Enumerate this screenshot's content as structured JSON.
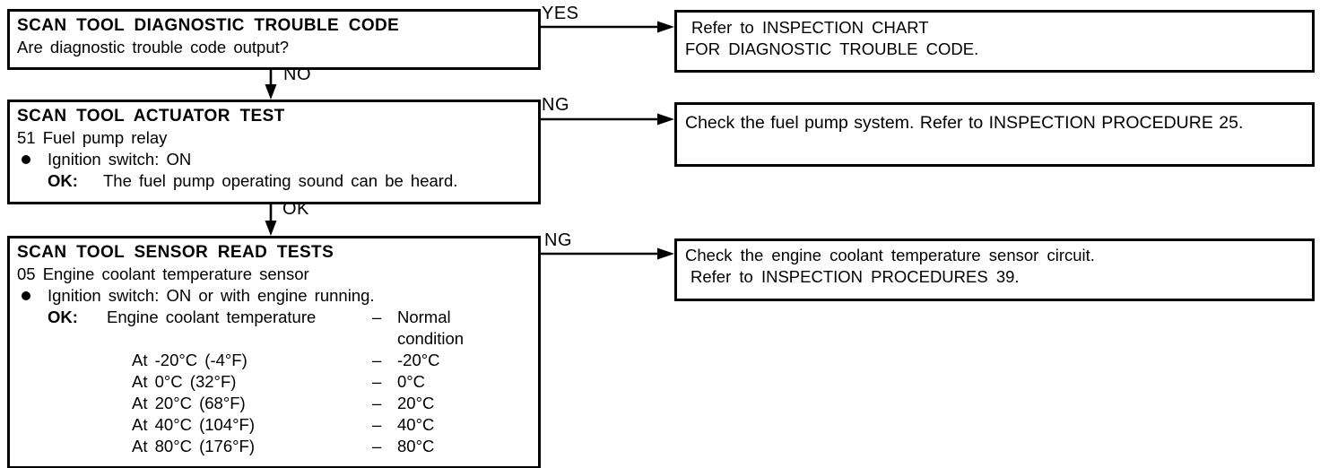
{
  "diagram": {
    "colors": {
      "ink": "#000000",
      "background": "#ffffff"
    },
    "step1": {
      "title": "SCAN TOOL DIAGNOSTIC TROUBLE CODE",
      "question": "Are diagnostic trouble code output?"
    },
    "result1": {
      "line1": "Refer to INSPECTION CHART",
      "line2": "FOR DIAGNOSTIC TROUBLE CODE."
    },
    "step2": {
      "title": "SCAN TOOL ACTUATOR TEST",
      "item": "51 Fuel pump relay",
      "bullet_text": "Ignition switch: ON",
      "ok_label": "OK:",
      "ok_text": "The fuel pump operating sound can be heard."
    },
    "result2": {
      "line1": "Check the fuel pump system. Refer to INSPECTION PROCEDURE 25."
    },
    "step3": {
      "title": "SCAN TOOL SENSOR READ TESTS",
      "item": "05 Engine coolant temperature sensor",
      "bullet_text": "Ignition switch: ON or with engine running.",
      "ok_label": "OK:",
      "ok_text": "Engine coolant temperature",
      "ok_dash": "–",
      "ok_value_top": "Normal",
      "ok_value_bottom": "condition",
      "rows": [
        {
          "cond": "At -20°C (-4°F)",
          "dash": "–",
          "val": "-20°C"
        },
        {
          "cond": "At 0°C (32°F)",
          "dash": "–",
          "val": "0°C"
        },
        {
          "cond": "At 20°C (68°F)",
          "dash": "–",
          "val": "20°C"
        },
        {
          "cond": "At 40°C (104°F)",
          "dash": "–",
          "val": "40°C"
        },
        {
          "cond": "At 80°C (176°F)",
          "dash": "–",
          "val": "80°C"
        }
      ]
    },
    "result3": {
      "line1": "Check the engine coolant temperature sensor circuit.",
      "line2": "Refer to INSPECTION PROCEDURES 39."
    },
    "labels": {
      "yes": "YES",
      "no": "NO",
      "ng1": "NG",
      "ok": "OK",
      "ng2": "NG"
    }
  }
}
